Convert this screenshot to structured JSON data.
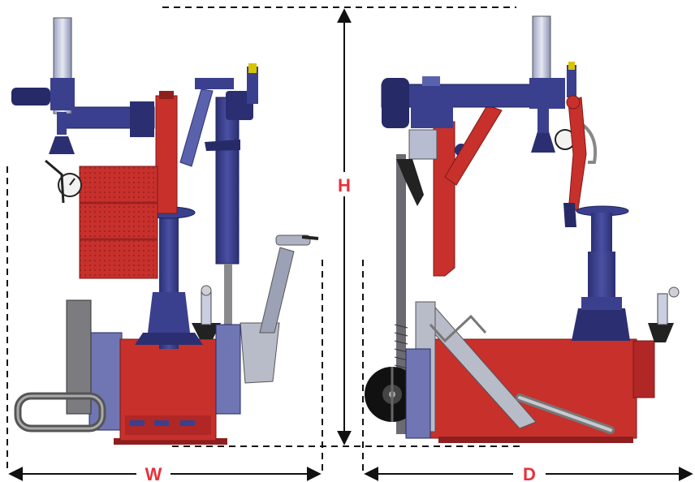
{
  "dimensions": {
    "height_label": "H",
    "width_label": "W",
    "depth_label": "D"
  },
  "colors": {
    "label": "#e8303a",
    "machine_red": "#c8302c",
    "machine_red_dark": "#8e1f1e",
    "machine_blue": "#3a3f8e",
    "machine_blue_dark": "#262a66",
    "machine_grey": "#8a8a8e",
    "cylinder": "#c9cfe0",
    "black": "#111111",
    "line": "#111111"
  },
  "views": [
    {
      "name": "front-view"
    },
    {
      "name": "side-view"
    }
  ]
}
